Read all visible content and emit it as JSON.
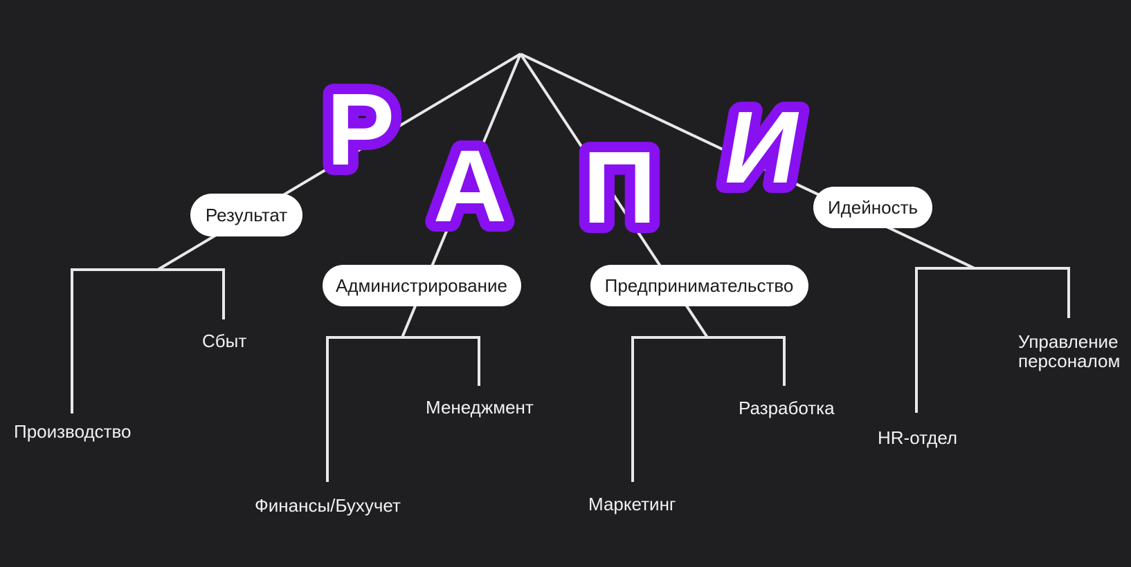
{
  "diagram": {
    "kind": "mind-map",
    "acronym": "РАПИ",
    "colors": {
      "background": "#1f1f21",
      "accent_purple": "#8711f0",
      "connector_line": "#e8e8e8",
      "node_background": "#ffffff",
      "node_text": "#1c1c1e",
      "leaf_text": "#f2f2f2"
    }
  },
  "structure": [
    {
      "letter": "Р",
      "node": "Результат",
      "children": [
        "Производство",
        "Сбыт"
      ]
    },
    {
      "letter": "А",
      "node": "Администрирование",
      "children": [
        "Финансы/Бухучет",
        "Менеджмент"
      ]
    },
    {
      "letter": "П",
      "node": "Предпринимательство",
      "children": [
        "Маркетинг",
        "Разработка"
      ]
    },
    {
      "letter": "И",
      "node": "Идейность",
      "children": [
        "HR-отдел",
        "Управление персоналом"
      ]
    }
  ],
  "upravlenie_lines": [
    "Управление",
    "персоналом"
  ]
}
